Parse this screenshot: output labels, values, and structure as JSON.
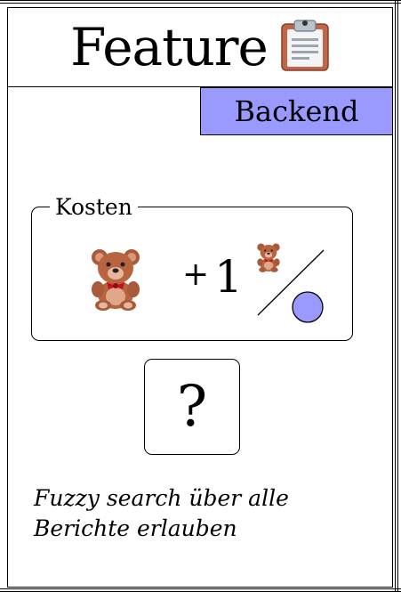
{
  "card": {
    "title": "Feature",
    "title_icon": "clipboard-icon",
    "tag_label": "Backend",
    "tag_color": "#9999ff",
    "cost": {
      "legend": "Kosten",
      "base_icon": "teddy-bear-icon",
      "plus": "+",
      "increment": "1",
      "increment_icon": "teddy-bear-icon",
      "per_marker_color": "#9999ff"
    },
    "question_mark": "?",
    "description": "Fuzzy search über alle Berichte erlauben"
  }
}
